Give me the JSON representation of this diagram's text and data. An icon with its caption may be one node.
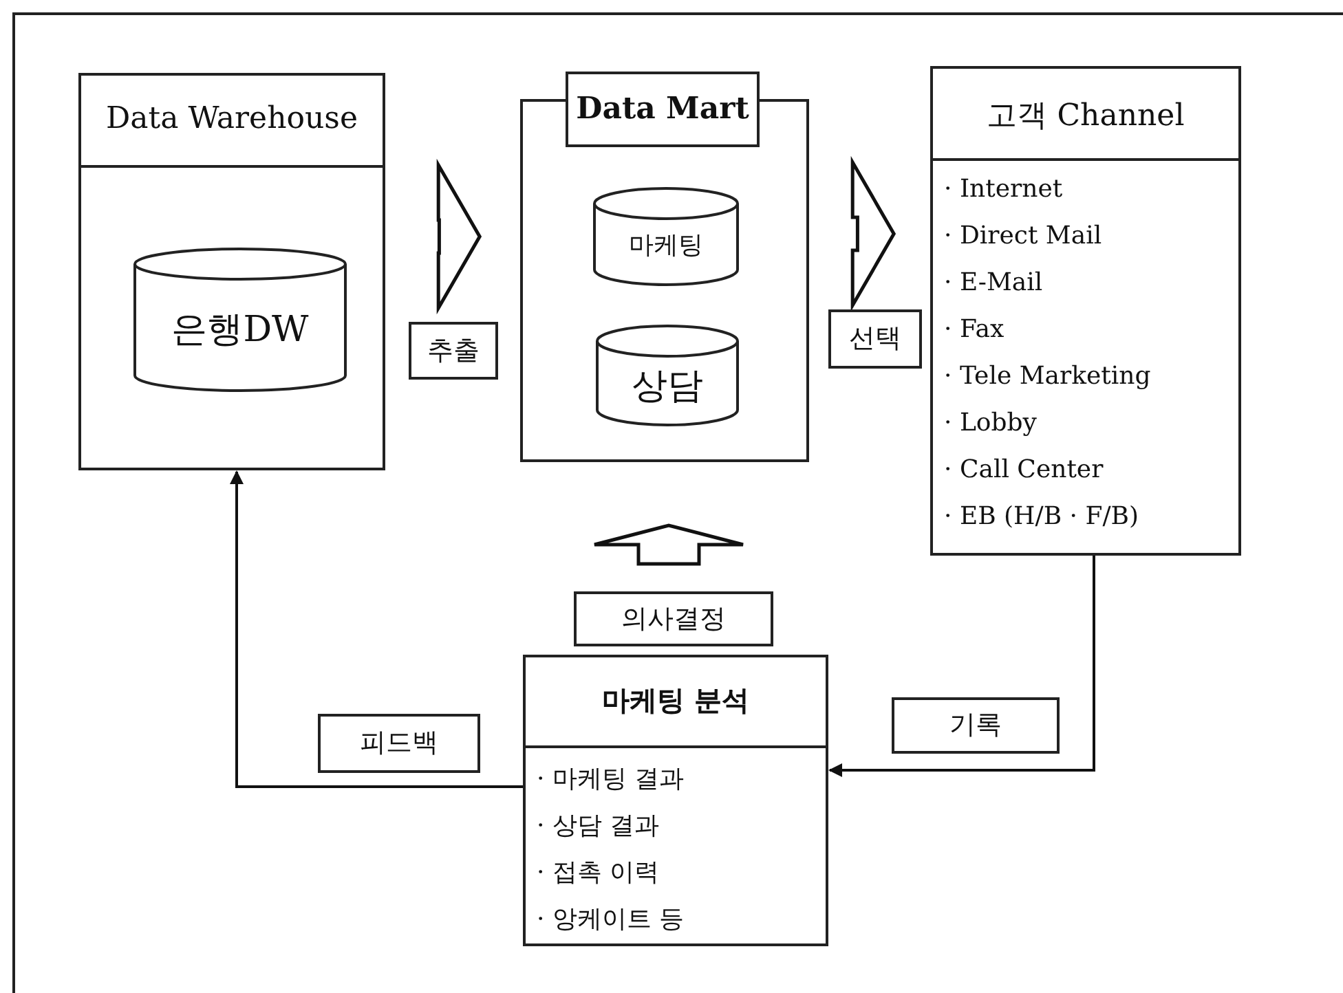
{
  "diagram": {
    "nodes": [
      {
        "text": [
          "Data Warehouse"
        ]
      },
      {
        "text": [
          "은행DW"
        ],
        "in": 0
      },
      {
        "text": [
          "Data Mart"
        ]
      },
      {
        "text": [
          "마케팅"
        ],
        "in": 2
      },
      {
        "text": [
          "상담"
        ],
        "in": 2
      },
      {
        "text": [
          "고객 Channel",
          "· Internet",
          "· Direct Mail",
          "· E-Mail",
          "· Fax",
          "· Tele Marketing",
          "· Lobby",
          "· Call Center",
          "· EB (H/B · F/B)"
        ]
      },
      {
        "text": [
          "마케팅 분석",
          "· 마케팅 결과",
          "· 상담 결과",
          "· 접촉 이력",
          "· 앙케이트 등"
        ]
      }
    ],
    "edges": [
      {
        "from": 0,
        "to": 2,
        "arrow": "to",
        "label": "추출",
        "style": "thick"
      },
      {
        "from": 2,
        "to": 5,
        "arrow": "to",
        "label": "선택",
        "style": "thick"
      },
      {
        "from": 6,
        "to": 2,
        "arrow": "to",
        "label": "의사결정",
        "style": "thick"
      },
      {
        "from": 5,
        "to": 6,
        "arrow": "to",
        "label": "기록"
      },
      {
        "from": 6,
        "to": 0,
        "arrow": "to",
        "label": "피드백"
      }
    ]
  }
}
